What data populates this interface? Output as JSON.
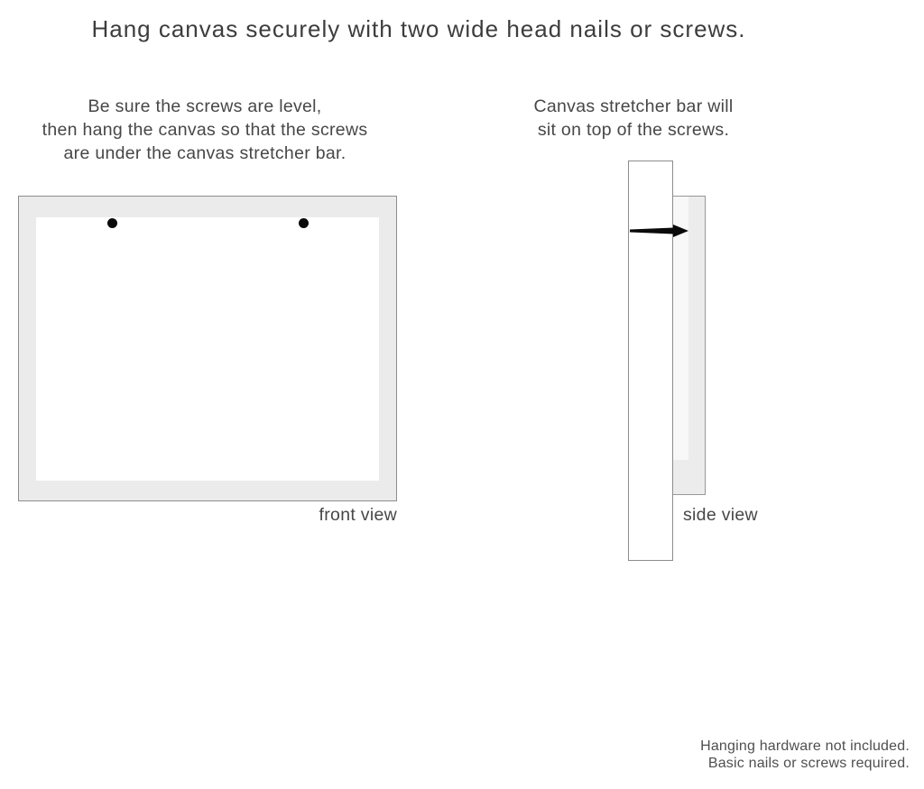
{
  "page": {
    "title": "Hang canvas securely with two wide head nails or screws.",
    "background_color": "#ffffff",
    "text_color": "#474747"
  },
  "instructions": {
    "left": {
      "lines": [
        "Be sure the screws are level,",
        "then hang the canvas so that the screws",
        "are under the canvas stretcher bar."
      ]
    },
    "right": {
      "lines": [
        "Canvas stretcher bar will",
        "sit on top of the screws."
      ]
    }
  },
  "diagrams": {
    "front_view": {
      "label": "front view",
      "frame_fill_color": "#ebebeb",
      "canvas_fill_color": "#ffffff",
      "outline_color": "#8c8c8c",
      "nail_color": "#0a0a0a",
      "nail_count": 2
    },
    "side_view": {
      "label": "side view",
      "stretcher_bar_fill_color": "#ffffff",
      "canvas_fill_color": "#ececec",
      "outline_color": "#8c8c8c",
      "nail_color": "#0a0a0a",
      "nail_count": 1
    }
  },
  "footer": {
    "lines": [
      "Hanging hardware not included.",
      "Basic nails or screws required."
    ]
  }
}
